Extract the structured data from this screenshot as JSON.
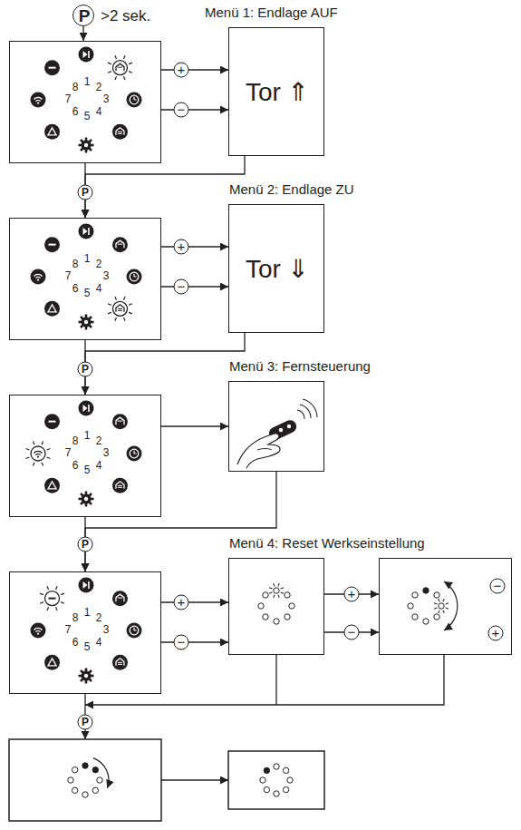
{
  "diagram": {
    "nodes": [
      {
        "text": [
          "P",
          ">2 sek."
        ]
      },
      {
        "text": [
          "1",
          "2",
          "3",
          "4",
          "5",
          "6",
          "7",
          "8"
        ]
      },
      {
        "text": [
          "Menü 1: Endlage AUF",
          "Tor ⇑"
        ]
      },
      {
        "text": [
          "1",
          "2",
          "3",
          "4",
          "5",
          "6",
          "7",
          "8"
        ]
      },
      {
        "text": [
          "Menü 2: Endlage ZU",
          "Tor ⇓"
        ]
      },
      {
        "text": [
          "1",
          "2",
          "3",
          "4",
          "5",
          "6",
          "7",
          "8"
        ]
      },
      {
        "text": [
          "Menü 3: Fernsteuerung"
        ]
      },
      {
        "text": [
          "1",
          "2",
          "3",
          "4",
          "5",
          "6",
          "7",
          "8"
        ]
      },
      {
        "text": [
          "Menü 4: Reset Werkseinstellung"
        ]
      },
      {
        "text": [
          "−",
          "+"
        ]
      }
    ],
    "edges": [
      {
        "from": 0,
        "to": 1,
        "arrow": "to"
      },
      {
        "from": 1,
        "to": 2,
        "label": "+",
        "arrow": "to"
      },
      {
        "from": 1,
        "to": 2,
        "label": "−",
        "arrow": "to"
      },
      {
        "from": 2,
        "to": 3,
        "arrow": "to"
      },
      {
        "from": 1,
        "to": 3,
        "label": "P",
        "arrow": "to"
      },
      {
        "from": 3,
        "to": 4,
        "label": "+",
        "arrow": "to"
      },
      {
        "from": 3,
        "to": 4,
        "label": "−",
        "arrow": "to"
      },
      {
        "from": 4,
        "to": 5,
        "arrow": "to"
      },
      {
        "from": 3,
        "to": 5,
        "label": "P",
        "arrow": "to"
      },
      {
        "from": 5,
        "to": 6,
        "arrow": "to"
      },
      {
        "from": 6,
        "to": 7,
        "arrow": "to"
      },
      {
        "from": 5,
        "to": 7,
        "label": "P",
        "arrow": "to"
      },
      {
        "from": 7,
        "to": 8,
        "label": "+",
        "arrow": "to"
      },
      {
        "from": 7,
        "to": 8,
        "label": "−",
        "arrow": "to"
      },
      {
        "from": 8,
        "to": 9,
        "label": "+",
        "arrow": "to"
      },
      {
        "from": 8,
        "to": 9,
        "label": "−",
        "arrow": "to"
      }
    ],
    "labels": [
      "P"
    ]
  }
}
